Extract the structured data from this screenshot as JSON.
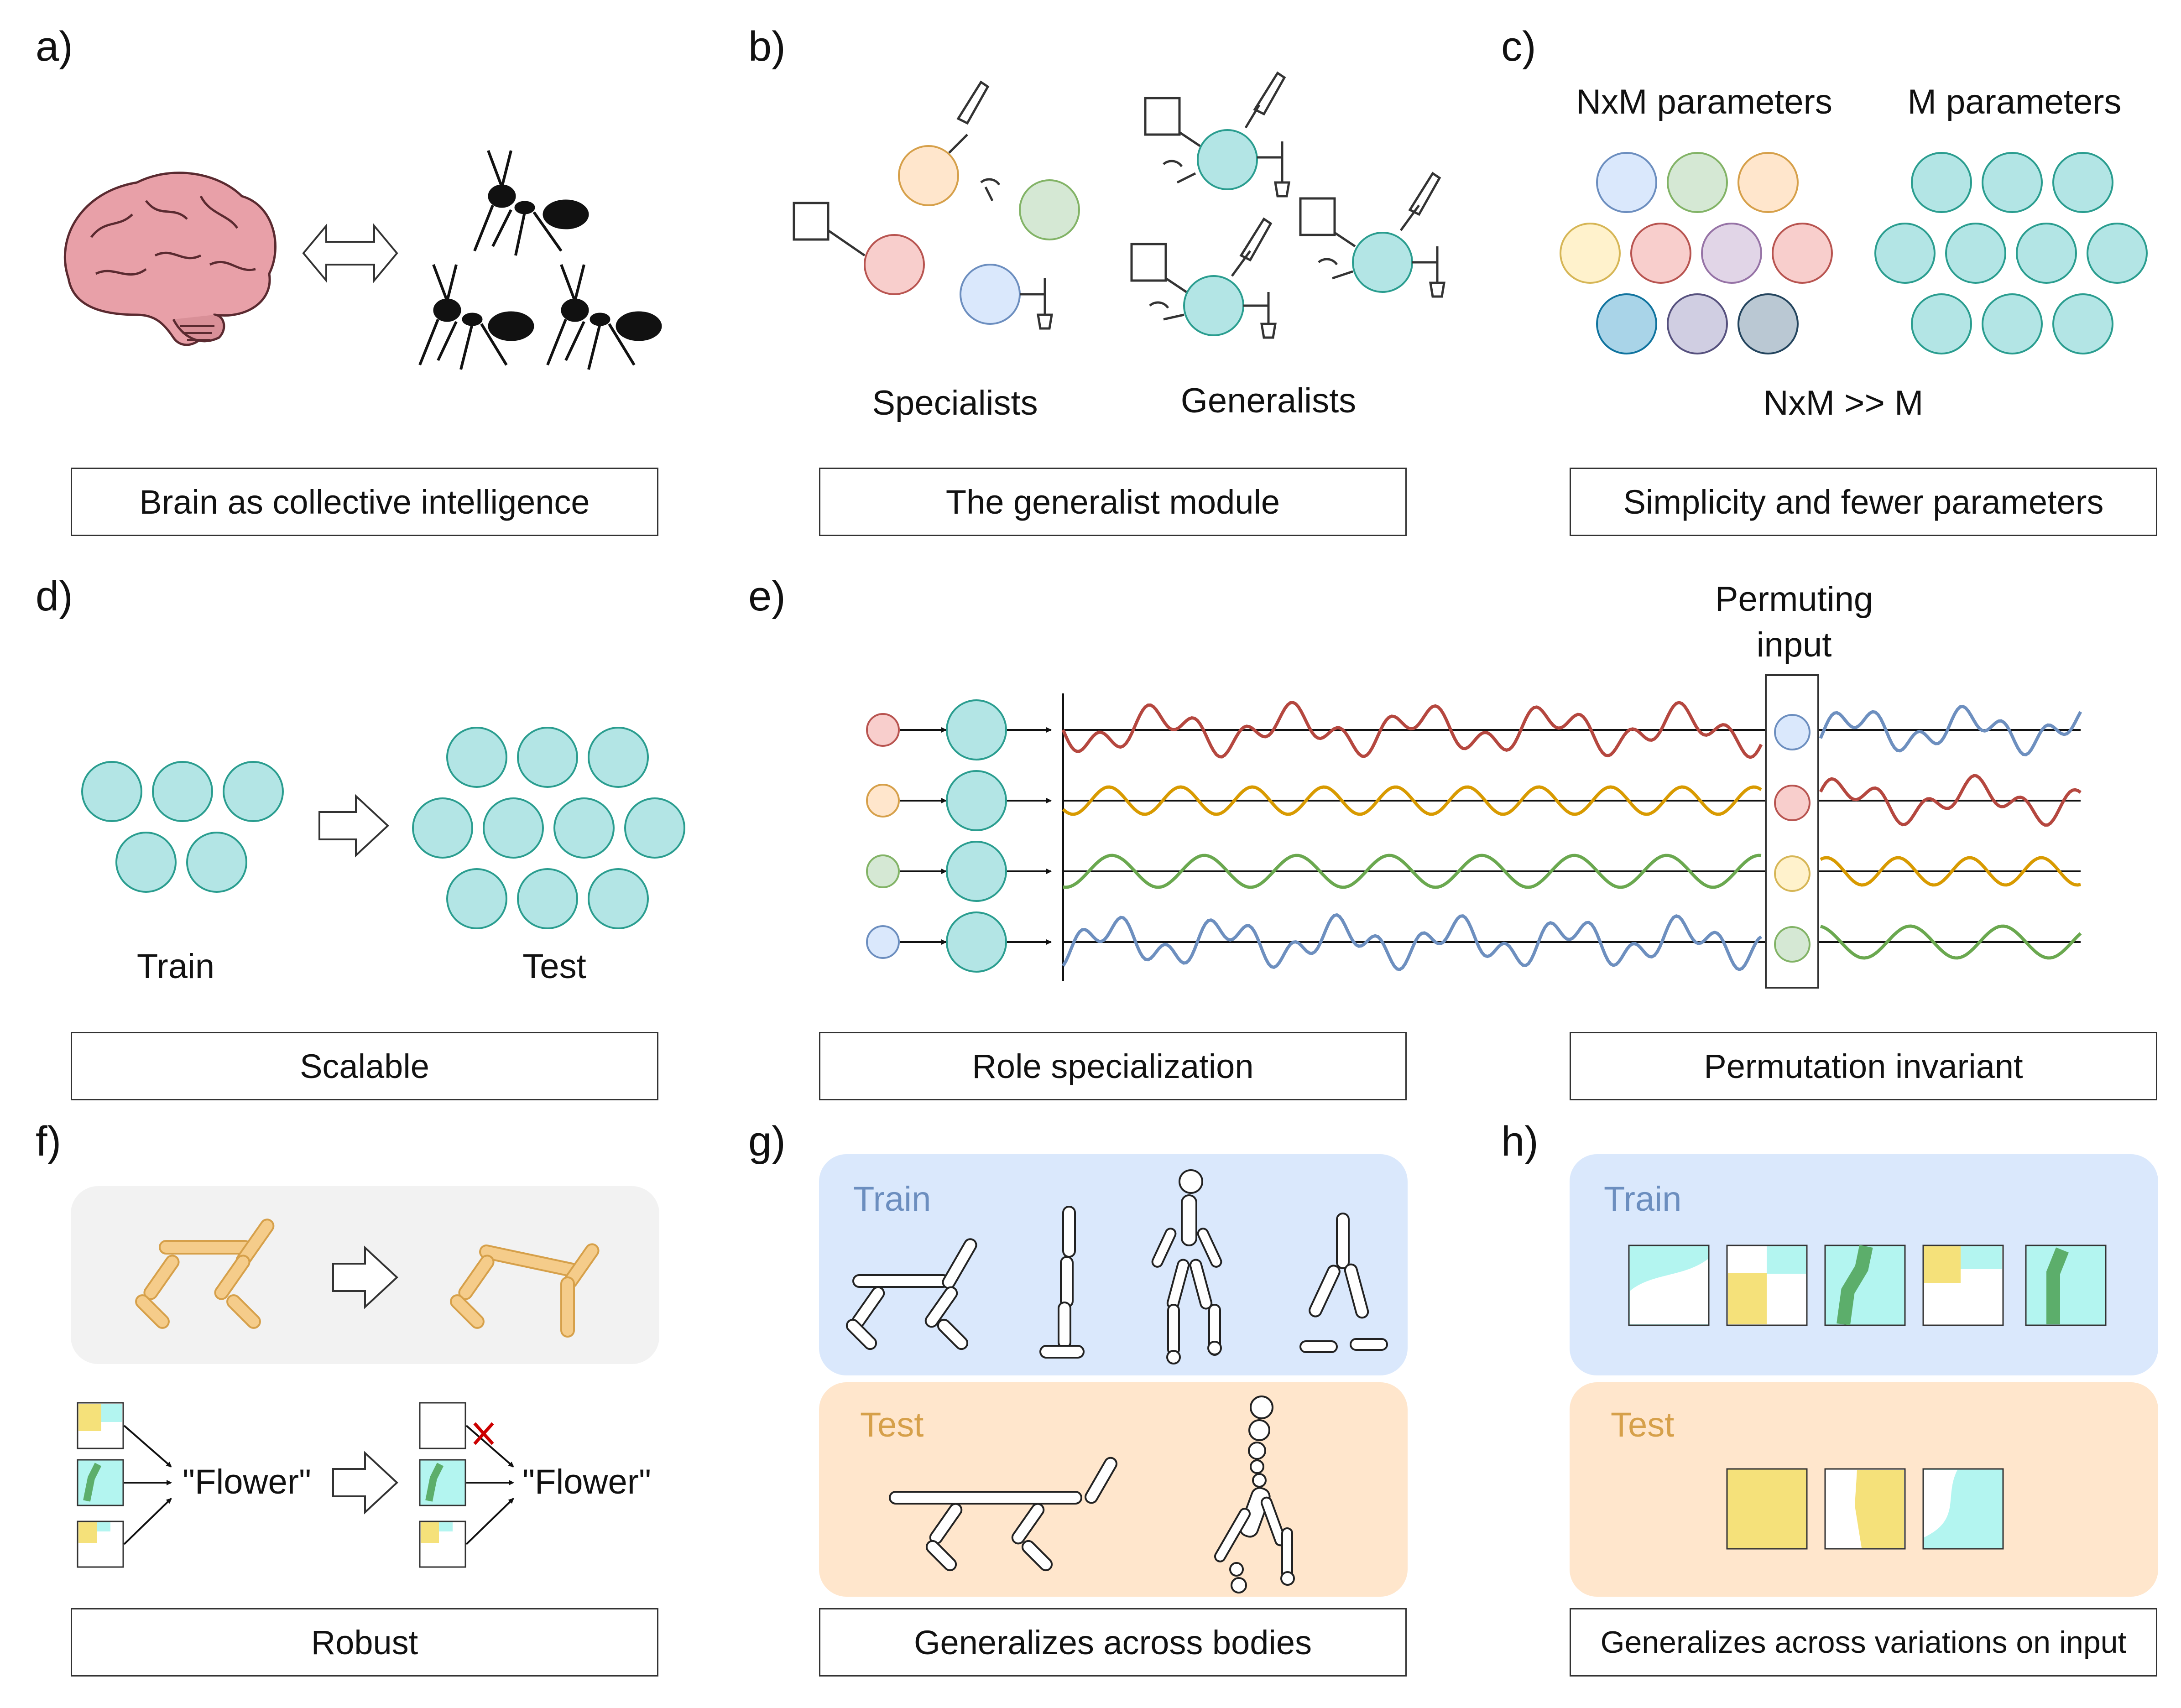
{
  "panels": {
    "a": {
      "letter": "a)",
      "caption": "Brain as collective intelligence"
    },
    "b": {
      "letter": "b)",
      "caption": "The generalist module",
      "specialists_label": "Specialists",
      "generalists_label": "Generalists"
    },
    "c": {
      "letter": "c)",
      "caption": "Simplicity and fewer parameters",
      "left_label": "NxM parameters",
      "right_label": "M parameters",
      "comparison": "NxM >> M"
    },
    "d": {
      "letter": "d)",
      "caption": "Scalable",
      "train_label": "Train",
      "test_label": "Test"
    },
    "e": {
      "letter": "e)",
      "caption": "Role specialization",
      "permute_label_1": "Permuting",
      "permute_label_2": "input"
    },
    "e2": {
      "caption": "Permutation invariant"
    },
    "f": {
      "letter": "f)",
      "caption": "Robust",
      "output_left": "\"Flower\"",
      "output_right": "\"Flower\""
    },
    "g": {
      "letter": "g)",
      "caption": "Generalizes across bodies",
      "train_label": "Train",
      "test_label": "Test"
    },
    "h": {
      "letter": "h)",
      "caption": "Generalizes across variations on input",
      "train_label": "Train",
      "test_label": "Test"
    }
  },
  "colors": {
    "teal_fill": "#b3e5e5",
    "teal_stroke": "#2a9d8f",
    "red_signal": "#b5473f",
    "orange_signal": "#d89a00",
    "green_signal": "#6aa84f",
    "blue_signal": "#6d8fbf",
    "train_bg": "#dae8fc",
    "test_bg": "#ffe6cc",
    "gray_bg": "#f2f2f2",
    "body_orange": "#f5cc8a",
    "pixel_yellow": "#f5e17a",
    "pixel_cyan": "#b3f5f0",
    "pixel_green": "#5cae6b"
  }
}
